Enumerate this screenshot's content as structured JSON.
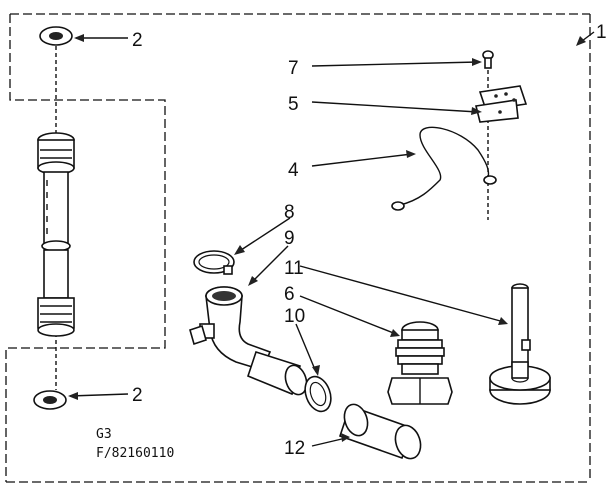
{
  "callouts": {
    "frame": "1",
    "washer_top": "2",
    "washer_bottom": "2",
    "screw": "7",
    "clip": "5",
    "ground_wire": "4",
    "clamp": "8",
    "elbow": "9",
    "drain_post": "11",
    "plug": "6",
    "clamp_lower": "10",
    "hose_coupling": "12"
  },
  "footer": {
    "group": "G3",
    "figure_code": "F/82160110"
  }
}
